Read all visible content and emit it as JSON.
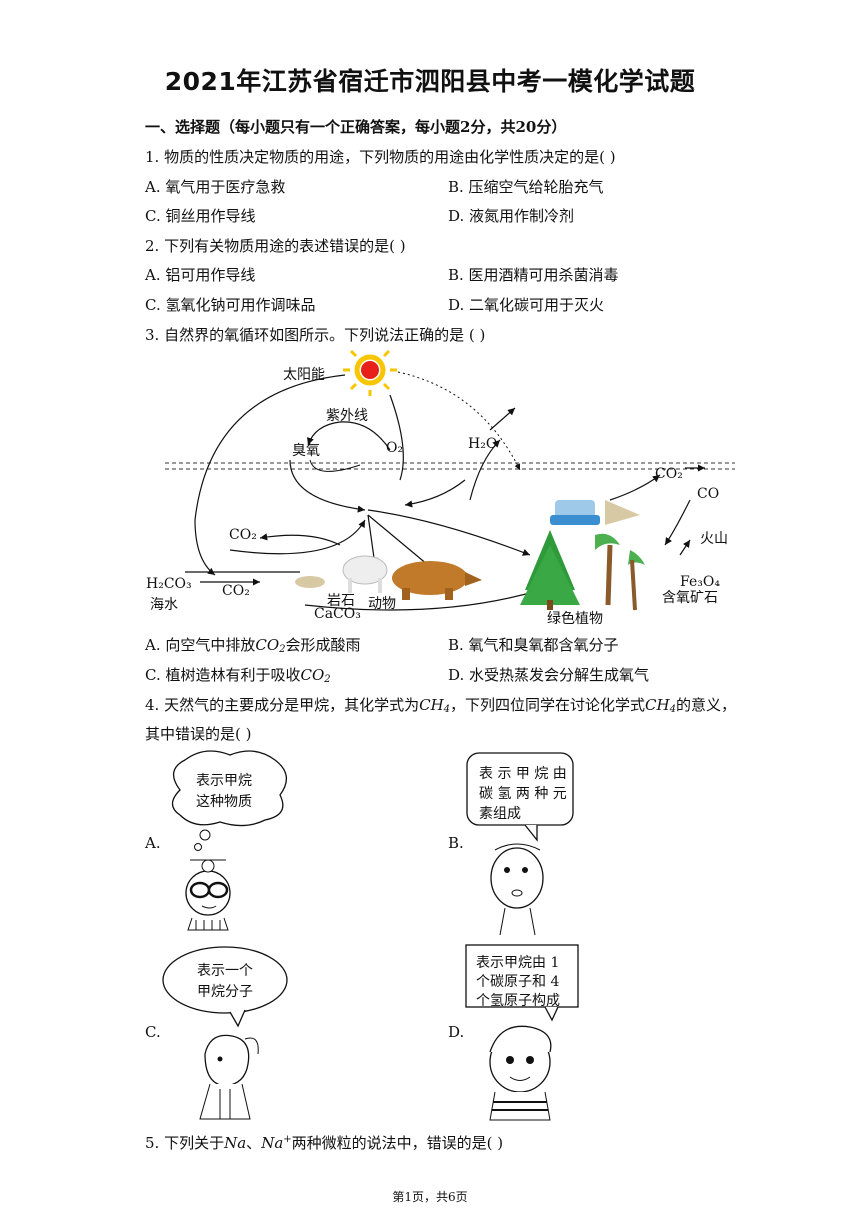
{
  "title": "2021年江苏省宿迁市泗阳县中考一模化学试题",
  "section": "一、选择题（每小题只有一个正确答案，每小题2分，共20分）",
  "q1": {
    "stem": "1. 物质的性质决定物质的用途，下列物质的用途由化学性质决定的是(    )",
    "a": "A. 氧气用于医疗急救",
    "b": "B. 压缩空气给轮胎充气",
    "c": "C. 铜丝用作导线",
    "d": "D. 液氮用作制冷剂"
  },
  "q2": {
    "stem": "2. 下列有关物质用途的表述错误的是(    )",
    "a": "A. 铝可用作导线",
    "b": "B. 医用酒精可用杀菌消毒",
    "c": "C. 氢氧化钠可用作调味品",
    "d": "D. 二氧化碳可用于灭火"
  },
  "q3": {
    "stem": "3. 自然界的氧循环如图所示。下列说法正确的是 (    )",
    "diagram": {
      "sun": "太阳能",
      "uv": "紫外线",
      "ozone": "臭氧",
      "o2": "O₂",
      "h2o": "H₂O",
      "co2_top": "CO₂",
      "co": "CO",
      "volcano": "火山",
      "fe3o4": "Fe₃O₄",
      "ore": "含氧矿石",
      "co2_left": "CO₂",
      "h2co3": "H₂CO₃",
      "co2_bottom": "CO₂",
      "sea": "海水",
      "rock": "岩石",
      "caco3": "CaCO₃",
      "animals": "动物",
      "plants": "绿色植物"
    },
    "a_pre": "A. 向空气中排放",
    "a_chem": "CO",
    "a_sub": "2",
    "a_post": "会形成酸雨",
    "b": "B. 氧气和臭氧都含氧分子",
    "c_pre": "C. 植树造林有利于吸收",
    "c_chem": "CO",
    "c_sub": "2",
    "d": "D. 水受热蒸发会分解生成氧气"
  },
  "q4": {
    "stem_pre": "4. 天然气的主要成分是甲烷，其化学式为",
    "chem": "CH",
    "chem_sub": "4",
    "stem_mid": "，下列四位同学在讨论化学式",
    "stem_post": "的意义，",
    "stem2": "其中错误的是(    )",
    "a_label": "A.",
    "a_bubble1": "表示甲烷",
    "a_bubble2": "这种物质",
    "b_label": "B.",
    "b_bubble1": "表 示 甲 烷 由",
    "b_bubble2": "碳 氢 两 种 元",
    "b_bubble3": "素组成",
    "c_label": "C.",
    "c_bubble1": "表示一个",
    "c_bubble2": "甲烷分子",
    "d_label": "D.",
    "d_bubble1": "表示甲烷由  1",
    "d_bubble2": "个碳原子和  4",
    "d_bubble3": "个氢原子构成"
  },
  "q5": {
    "stem_pre": "5. 下列关于",
    "na": "Na",
    "sep": "、",
    "naplus": "Na",
    "plus": "+",
    "stem_post": "两种微粒的说法中，错误的是(    )"
  },
  "footer": "第1页，共6页"
}
